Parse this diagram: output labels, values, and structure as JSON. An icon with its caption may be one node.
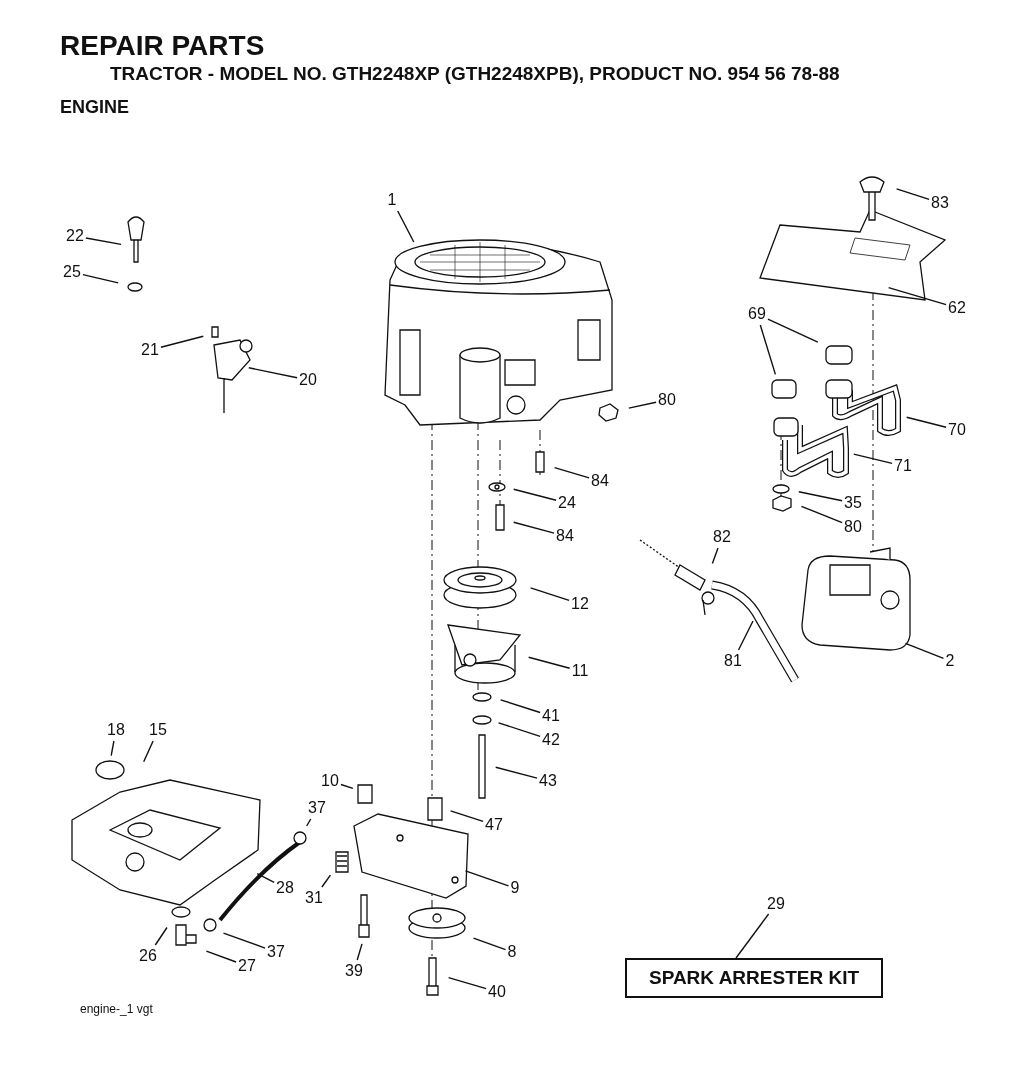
{
  "diagram": {
    "title": "REPAIR PARTS",
    "nodes": [
      {
        "text": [
          "1"
        ]
      },
      {
        "text": [
          "22"
        ]
      },
      {
        "text": [
          "25"
        ]
      },
      {
        "text": [
          "83"
        ]
      },
      {
        "text": [
          "21"
        ]
      },
      {
        "text": [
          "20"
        ]
      },
      {
        "text": [
          "69"
        ]
      },
      {
        "text": [
          "62"
        ]
      },
      {
        "text": [
          "80"
        ]
      },
      {
        "text": [
          "70"
        ]
      },
      {
        "text": [
          "84"
        ]
      },
      {
        "text": [
          "71"
        ]
      },
      {
        "text": [
          "24"
        ]
      },
      {
        "text": [
          "35"
        ]
      },
      {
        "text": [
          "84"
        ]
      },
      {
        "text": [
          "80"
        ]
      },
      {
        "text": [
          "82"
        ]
      },
      {
        "text": [
          "12"
        ]
      },
      {
        "text": [
          "11"
        ]
      },
      {
        "text": [
          "2"
        ]
      },
      {
        "text": [
          "81"
        ]
      },
      {
        "text": [
          "41"
        ]
      },
      {
        "text": [
          "18"
        ]
      },
      {
        "text": [
          "15"
        ]
      },
      {
        "text": [
          "42"
        ]
      },
      {
        "text": [
          "43"
        ]
      },
      {
        "text": [
          "10"
        ]
      },
      {
        "text": [
          "47"
        ]
      },
      {
        "text": [
          "37"
        ]
      },
      {
        "text": [
          "9"
        ]
      },
      {
        "text": [
          "28"
        ]
      },
      {
        "text": [
          "31"
        ]
      },
      {
        "text": [
          "29"
        ]
      },
      {
        "text": [
          "SPARK ARRESTER KIT"
        ]
      },
      {
        "text": [
          "26"
        ]
      },
      {
        "text": [
          "8"
        ]
      },
      {
        "text": [
          "37"
        ]
      },
      {
        "text": [
          "39"
        ]
      },
      {
        "text": [
          "27"
        ]
      },
      {
        "text": [
          "40"
        ]
      }
    ],
    "edges": [
      {
        "from": 0,
        "to": null,
        "arrow": "none"
      },
      {
        "from": 1,
        "to": null,
        "arrow": "none"
      },
      {
        "from": 2,
        "to": null,
        "arrow": "none"
      },
      {
        "from": 3,
        "to": null,
        "arrow": "none"
      },
      {
        "from": 4,
        "to": null,
        "arrow": "none"
      },
      {
        "from": 5,
        "to": null,
        "arrow": "none"
      },
      {
        "from": 6,
        "to": null,
        "arrow": "none"
      },
      {
        "from": 6,
        "to": null,
        "arrow": "none"
      },
      {
        "from": 7,
        "to": null,
        "arrow": "none"
      },
      {
        "from": 8,
        "to": null,
        "arrow": "none"
      },
      {
        "from": 9,
        "to": null,
        "arrow": "none"
      },
      {
        "from": 10,
        "to": null,
        "arrow": "none"
      },
      {
        "from": 11,
        "to": null,
        "arrow": "none"
      },
      {
        "from": 12,
        "to": null,
        "arrow": "none"
      },
      {
        "from": 13,
        "to": null,
        "arrow": "none"
      },
      {
        "from": 14,
        "to": null,
        "arrow": "none"
      },
      {
        "from": 15,
        "to": null,
        "arrow": "none"
      },
      {
        "from": 16,
        "to": null,
        "arrow": "none"
      },
      {
        "from": 17,
        "to": null,
        "arrow": "none"
      },
      {
        "from": 18,
        "to": null,
        "arrow": "none"
      },
      {
        "from": 19,
        "to": null,
        "arrow": "none"
      },
      {
        "from": 20,
        "to": null,
        "arrow": "none"
      },
      {
        "from": 21,
        "to": null,
        "arrow": "none"
      },
      {
        "from": 22,
        "to": null,
        "arrow": "none"
      },
      {
        "from": 23,
        "to": null,
        "arrow": "none"
      },
      {
        "from": 24,
        "to": null,
        "arrow": "none"
      },
      {
        "from": 25,
        "to": null,
        "arrow": "none"
      },
      {
        "from": 26,
        "to": null,
        "arrow": "none"
      },
      {
        "from": 27,
        "to": null,
        "arrow": "none"
      },
      {
        "from": 28,
        "to": null,
        "arrow": "none"
      },
      {
        "from": 29,
        "to": null,
        "arrow": "none"
      },
      {
        "from": 30,
        "to": null,
        "arrow": "none"
      },
      {
        "from": 31,
        "to": null,
        "arrow": "none"
      },
      {
        "from": 32,
        "to": 33,
        "arrow": "none"
      },
      {
        "from": 34,
        "to": null,
        "arrow": "none"
      },
      {
        "from": 35,
        "to": null,
        "arrow": "none"
      },
      {
        "from": 36,
        "to": null,
        "arrow": "none"
      },
      {
        "from": 37,
        "to": null,
        "arrow": "none"
      },
      {
        "from": 38,
        "to": null,
        "arrow": "none"
      },
      {
        "from": 39,
        "to": null,
        "arrow": "none"
      }
    ],
    "labels": [
      "TRACTOR - MODEL NO. GTH2248XP (GTH2248XPB), PRODUCT NO. 954 56 78-88",
      "ENGINE",
      "engine-_1 vgt"
    ]
  }
}
